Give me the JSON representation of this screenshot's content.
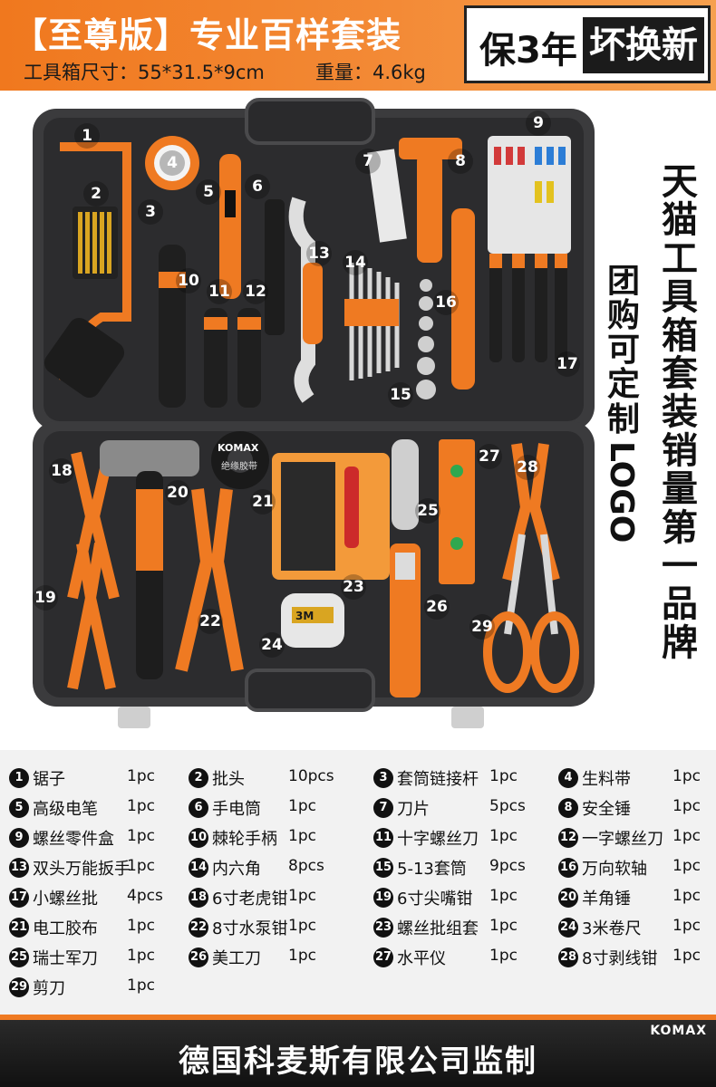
{
  "header": {
    "title": "【至尊版】专业百样套装",
    "size_label": "工具箱尺寸：55*31.5*9cm",
    "weight_label": "重量：4.6kg",
    "warranty": "保3年",
    "replace": "坏换新"
  },
  "photo": {
    "brand": "KOMAX",
    "tape_label": "绝缘胶带",
    "measure_label": "3M",
    "side_text_right": "天猫工具箱套装销量第一品牌",
    "side_text_left": "团购可定制LOGO",
    "callouts": [
      "1",
      "2",
      "3",
      "4",
      "5",
      "6",
      "7",
      "8",
      "9",
      "10",
      "11",
      "12",
      "13",
      "14",
      "15",
      "16",
      "17",
      "18",
      "19",
      "20",
      "21",
      "22",
      "23",
      "24",
      "25",
      "26",
      "27",
      "28",
      "29"
    ]
  },
  "items": [
    {
      "no": "1",
      "name": "锯子",
      "qty": "1pc"
    },
    {
      "no": "2",
      "name": "批头",
      "qty": "10pcs"
    },
    {
      "no": "3",
      "name": "套筒链接杆",
      "qty": "1pc"
    },
    {
      "no": "4",
      "name": "生料带",
      "qty": "1pc"
    },
    {
      "no": "5",
      "name": "高级电笔",
      "qty": "1pc"
    },
    {
      "no": "6",
      "name": "手电筒",
      "qty": "1pc"
    },
    {
      "no": "7",
      "name": "刀片",
      "qty": "5pcs"
    },
    {
      "no": "8",
      "name": "安全锤",
      "qty": "1pc"
    },
    {
      "no": "9",
      "name": "螺丝零件盒",
      "qty": "1pc"
    },
    {
      "no": "10",
      "name": "棘轮手柄",
      "qty": "1pc"
    },
    {
      "no": "11",
      "name": "十字螺丝刀",
      "qty": "1pc"
    },
    {
      "no": "12",
      "name": "一字螺丝刀",
      "qty": "1pc"
    },
    {
      "no": "13",
      "name": "双头万能扳手",
      "qty": "1pc"
    },
    {
      "no": "14",
      "name": "内六角",
      "qty": "8pcs"
    },
    {
      "no": "15",
      "name": "5-13套筒",
      "qty": "9pcs"
    },
    {
      "no": "16",
      "name": "万向软轴",
      "qty": "1pc"
    },
    {
      "no": "17",
      "name": "小螺丝批",
      "qty": "4pcs"
    },
    {
      "no": "18",
      "name": "6寸老虎钳",
      "qty": "1pc"
    },
    {
      "no": "19",
      "name": "6寸尖嘴钳",
      "qty": "1pc"
    },
    {
      "no": "20",
      "name": "羊角锤",
      "qty": "1pc"
    },
    {
      "no": "21",
      "name": "电工胶布",
      "qty": "1pc"
    },
    {
      "no": "22",
      "name": "8寸水泵钳",
      "qty": "1pc"
    },
    {
      "no": "23",
      "name": "螺丝批组套",
      "qty": "1pc"
    },
    {
      "no": "24",
      "name": "3米卷尺",
      "qty": "1pc"
    },
    {
      "no": "25",
      "name": "瑞士军刀",
      "qty": "1pc"
    },
    {
      "no": "26",
      "name": "美工刀",
      "qty": "1pc"
    },
    {
      "no": "27",
      "name": "水平仪",
      "qty": "1pc"
    },
    {
      "no": "28",
      "name": "8寸剥线钳",
      "qty": "1pc"
    },
    {
      "no": "29",
      "name": "剪刀",
      "qty": "1pc"
    }
  ],
  "footer": {
    "brand": "KOMAX",
    "text": "德国科麦斯有限公司监制"
  },
  "colors": {
    "accent": "#f07a1e",
    "case": "#3a3a3c",
    "footer": "#1a1a1a"
  }
}
